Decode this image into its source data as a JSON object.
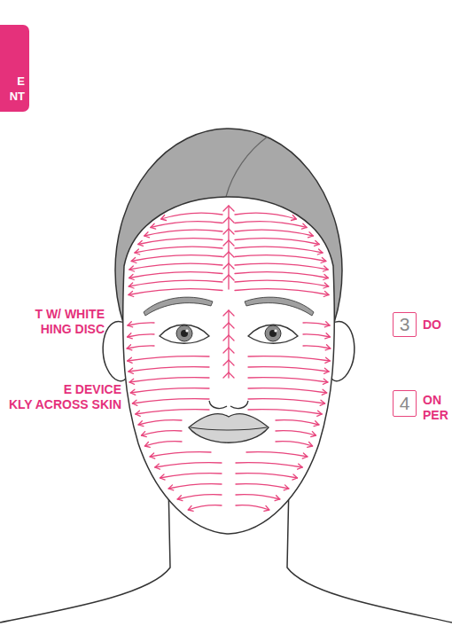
{
  "diagram": {
    "nodes": [
      {
        "text": [
          "E NT"
        ]
      },
      {
        "text": [
          "3"
        ]
      },
      {
        "text": [
          "4"
        ]
      }
    ],
    "labels": [
      "T W/ WHITE HING DISC",
      "DO",
      "E DEVICE KLY ACROSS SKIN",
      "ON PER"
    ]
  }
}
